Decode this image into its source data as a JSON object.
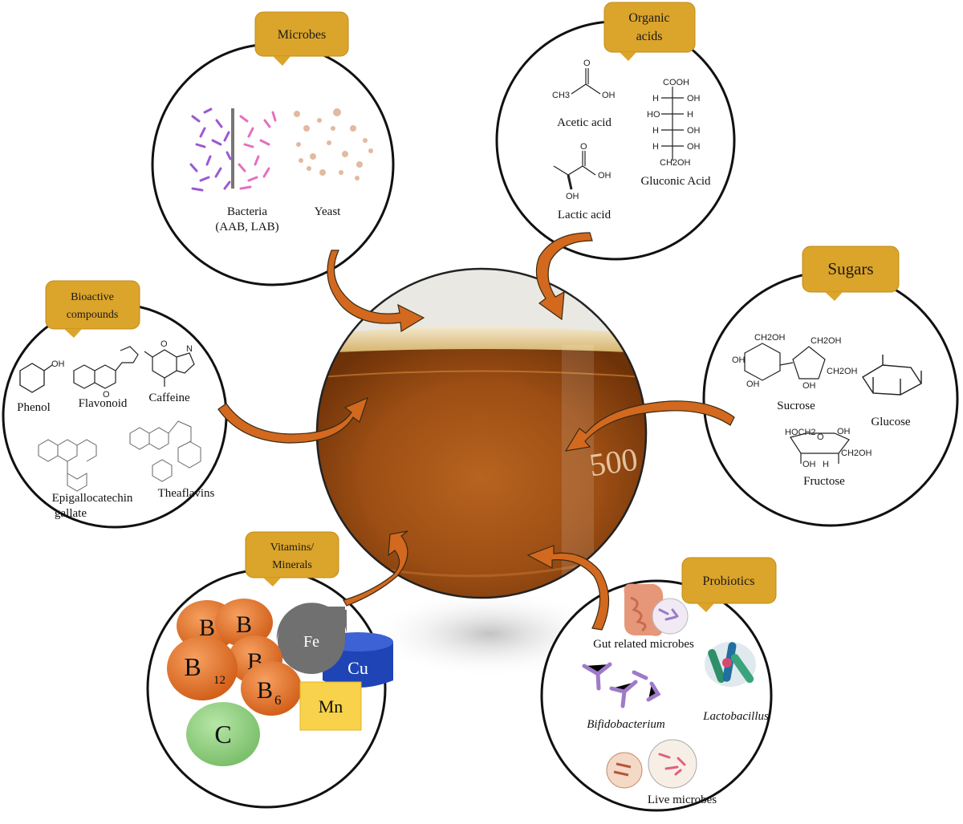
{
  "center": {
    "beaker_mark": "500"
  },
  "microbes": {
    "tag": "Microbes",
    "bacteria_line1": "Bacteria",
    "bacteria_line2": "(AAB,  LAB)",
    "yeast": "Yeast"
  },
  "organic_acids": {
    "tag_line1": "Organic",
    "tag_line2": "acids",
    "acetic": "Acetic acid",
    "lactic": "Lactic acid",
    "gluconic": "Gluconic Acid",
    "ch3": "CH3",
    "oh": "OH",
    "o": "O",
    "cooh": "COOH",
    "h": "H",
    "ho": "HO",
    "ch2oh": "CH2OH"
  },
  "sugars": {
    "tag": "Sugars",
    "sucrose": "Sucrose",
    "glucose": "Glucose",
    "fructose": "Fructose",
    "hoch2": "HOCH2",
    "ch2oh": "CH2OH",
    "oh": "OH",
    "h": "H",
    "o": "O"
  },
  "bioactive": {
    "tag_line1": "Bioactive",
    "tag_line2": "compounds",
    "phenol": "Phenol",
    "flavonoid": "Flavonoid",
    "caffeine": "Caffeine",
    "egcg_line1": "Epigallocatechin",
    "egcg_line2": "gallate",
    "theaflavins": "Theaflavins",
    "oh": "OH",
    "o": "O",
    "n": "N"
  },
  "vitamins": {
    "tag_line1": "Vitamins/",
    "tag_line2": "Minerals",
    "b": "B",
    "b12": "B",
    "sub12": "12",
    "b6": "B",
    "sub6": "6",
    "c": "C",
    "fe": "Fe",
    "cu": "Cu",
    "mn": "Mn"
  },
  "probiotics": {
    "tag": "Probiotics",
    "gut": "Gut related microbes",
    "bifido": "Bifidobacterium",
    "lacto": "Lactobacillus",
    "live": "Live microbes"
  },
  "colors": {
    "tag_fill": "#dba42a",
    "arrow_fill": "#d2691e",
    "arrow_stroke": "#3a2a14",
    "vitamin_orange": "#ec7a2a",
    "vitamin_c": "#8fcf7f",
    "fe_gray": "#707070",
    "cu_blue": "#1f44b5",
    "mn_yellow": "#f7d24a",
    "tea_amber": "#a5581a"
  }
}
